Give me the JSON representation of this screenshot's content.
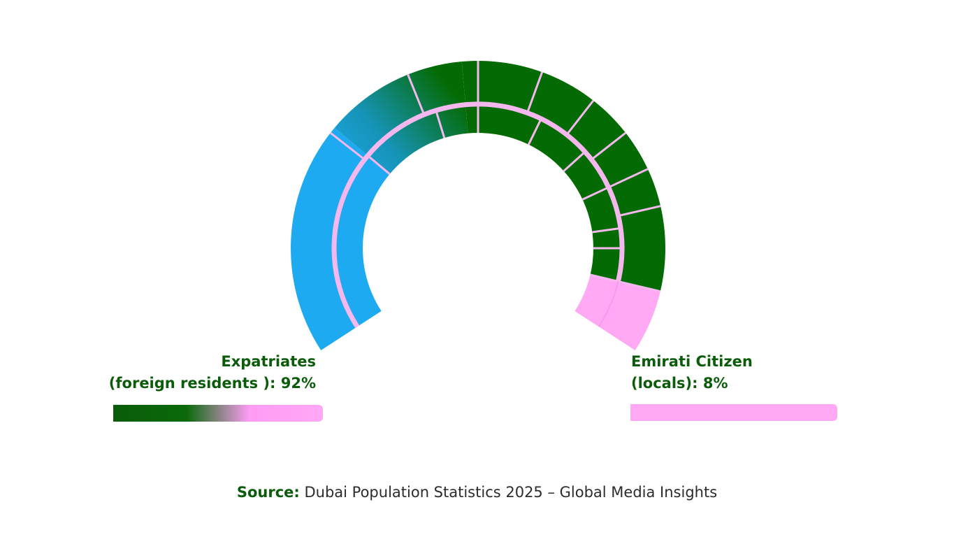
{
  "chart_data": {
    "type": "pie",
    "variant": "semi-donut with segmented sub-arcs",
    "categories": [
      "Expatriates (foreign residents )",
      "Emirati Citizen (locals)"
    ],
    "values": [
      92,
      8
    ],
    "unit": "%",
    "legend": [
      {
        "line1": "Expatriates",
        "line2": "(foreign residents ): 92%",
        "value": 92,
        "color_start": "#0a5c0a",
        "color_end": "#ffa8f4"
      },
      {
        "line1": "Emirati Citizen",
        "line2": "(locals): 8%",
        "value": 8,
        "color": "#ffa8f4"
      }
    ],
    "source_label": "Source:",
    "source_text": "Dubai Population Statistics 2025 – Global Media Insights"
  },
  "colors": {
    "blue": "#1eaaf1",
    "green": "#046b04",
    "pink": "#ffa8f4",
    "label": "#0a5c0a",
    "divider": "#f4b8ee"
  }
}
